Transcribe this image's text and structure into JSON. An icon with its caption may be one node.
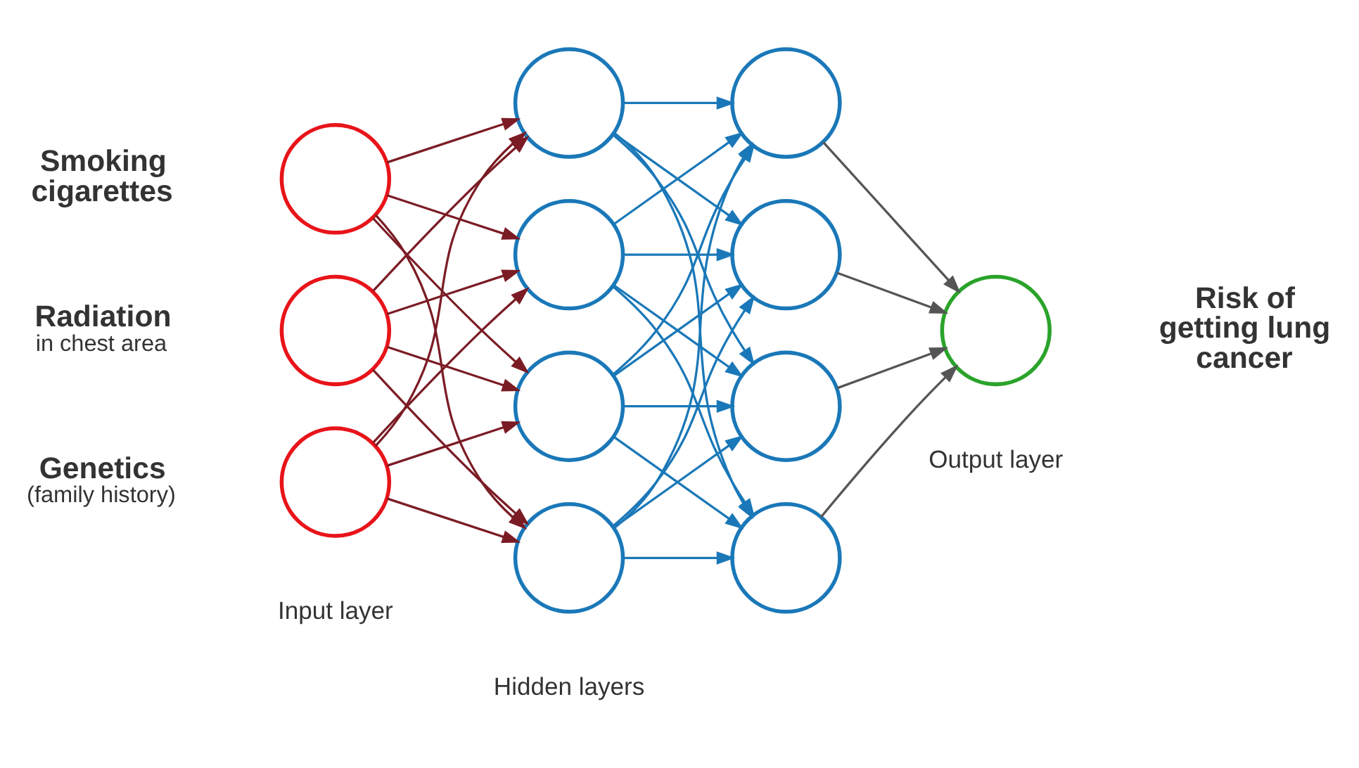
{
  "diagram": {
    "nodes": [
      {
        "text": [],
        "shape": "circle",
        "beside": [
          "Smoking cigarettes"
        ]
      },
      {
        "text": [],
        "shape": "circle",
        "beside": [
          "Radiation",
          "in chest area"
        ]
      },
      {
        "text": [],
        "shape": "circle",
        "beside": [
          "Genetics",
          "(family history)"
        ]
      },
      {
        "text": [],
        "shape": "circle"
      },
      {
        "text": [],
        "shape": "circle"
      },
      {
        "text": [],
        "shape": "circle"
      },
      {
        "text": [],
        "shape": "circle"
      },
      {
        "text": [],
        "shape": "circle"
      },
      {
        "text": [],
        "shape": "circle"
      },
      {
        "text": [],
        "shape": "circle"
      },
      {
        "text": [],
        "shape": "circle"
      },
      {
        "text": [],
        "shape": "circle",
        "beside": [
          "Risk of getting lung cancer"
        ]
      }
    ],
    "edges": [
      {
        "from": 0,
        "to": 3,
        "arrow": "to",
        "color": "#7b1c25"
      },
      {
        "from": 0,
        "to": 4,
        "arrow": "to",
        "color": "#7b1c25"
      },
      {
        "from": 0,
        "to": 5,
        "arrow": "to",
        "color": "#7b1c25"
      },
      {
        "from": 0,
        "to": 6,
        "arrow": "to",
        "color": "#7b1c25"
      },
      {
        "from": 1,
        "to": 3,
        "arrow": "to",
        "color": "#7b1c25"
      },
      {
        "from": 1,
        "to": 4,
        "arrow": "to",
        "color": "#7b1c25"
      },
      {
        "from": 1,
        "to": 5,
        "arrow": "to",
        "color": "#7b1c25"
      },
      {
        "from": 1,
        "to": 6,
        "arrow": "to",
        "color": "#7b1c25"
      },
      {
        "from": 2,
        "to": 3,
        "arrow": "to",
        "color": "#7b1c25"
      },
      {
        "from": 2,
        "to": 4,
        "arrow": "to",
        "color": "#7b1c25"
      },
      {
        "from": 2,
        "to": 5,
        "arrow": "to",
        "color": "#7b1c25"
      },
      {
        "from": 2,
        "to": 6,
        "arrow": "to",
        "color": "#7b1c25"
      },
      {
        "from": 3,
        "to": 7,
        "arrow": "to"
      },
      {
        "from": 3,
        "to": 8,
        "arrow": "to"
      },
      {
        "from": 3,
        "to": 9,
        "arrow": "to"
      },
      {
        "from": 3,
        "to": 10,
        "arrow": "to"
      },
      {
        "from": 4,
        "to": 7,
        "arrow": "to"
      },
      {
        "from": 4,
        "to": 8,
        "arrow": "to"
      },
      {
        "from": 4,
        "to": 9,
        "arrow": "to"
      },
      {
        "from": 4,
        "to": 10,
        "arrow": "to"
      },
      {
        "from": 5,
        "to": 7,
        "arrow": "to"
      },
      {
        "from": 5,
        "to": 8,
        "arrow": "to"
      },
      {
        "from": 5,
        "to": 9,
        "arrow": "to"
      },
      {
        "from": 5,
        "to": 10,
        "arrow": "to"
      },
      {
        "from": 6,
        "to": 7,
        "arrow": "to"
      },
      {
        "from": 6,
        "to": 8,
        "arrow": "to"
      },
      {
        "from": 6,
        "to": 9,
        "arrow": "to"
      },
      {
        "from": 6,
        "to": 10,
        "arrow": "to"
      },
      {
        "from": 7,
        "to": 11,
        "arrow": "to",
        "color": "#555555"
      },
      {
        "from": 8,
        "to": 11,
        "arrow": "to",
        "color": "#555555"
      },
      {
        "from": 9,
        "to": 11,
        "arrow": "to",
        "color": "#555555"
      },
      {
        "from": 10,
        "to": 11,
        "arrow": "to",
        "color": "#555555"
      }
    ],
    "labels": [
      "Input layer",
      "Hidden layers",
      "Output layer"
    ]
  }
}
